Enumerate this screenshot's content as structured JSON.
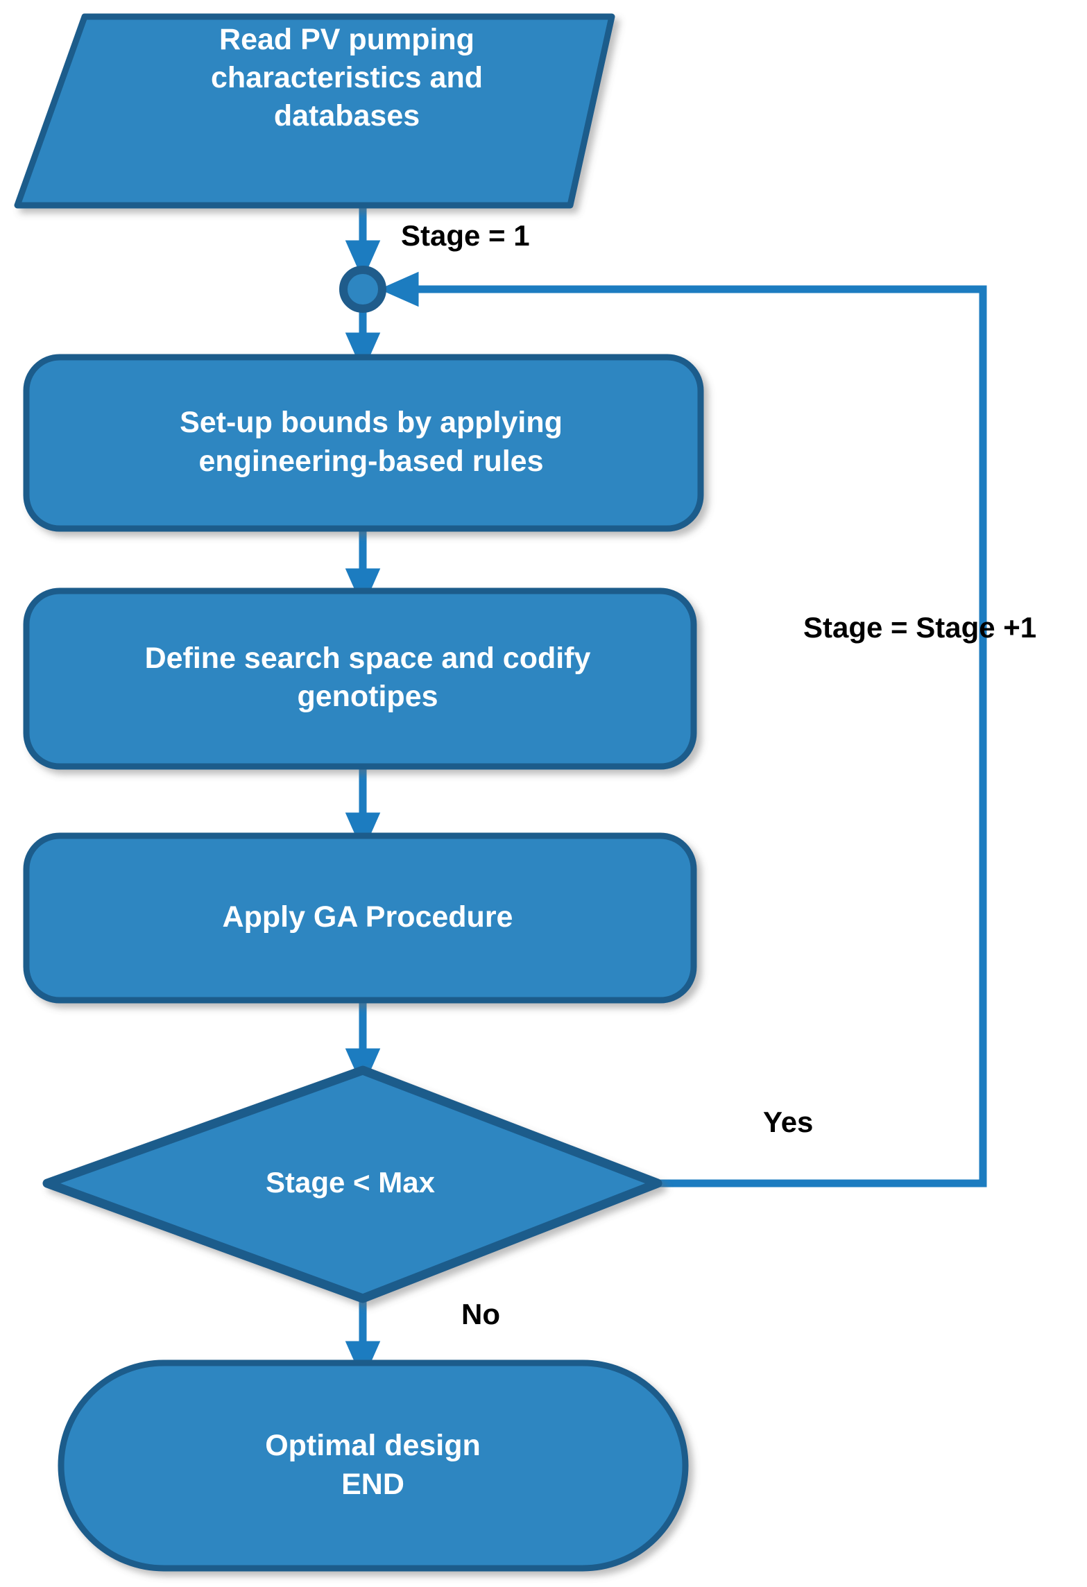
{
  "diagram": {
    "title": "PV pumping optimal design flowchart",
    "background_color": "#ffffff",
    "shape_fill_color": "#2E86C1",
    "shape_border_color": "#1F5C8B",
    "arrow_color": "#1C7CC0",
    "label_text_color": "#ffffff",
    "edge_label_color": "#000000"
  },
  "nodes": [
    {
      "id": "read-inputs",
      "shape": "parallelogram",
      "role": "input",
      "text": "Read PV pumping\ncharacteristics and\ndatabases"
    },
    {
      "id": "merge-connector",
      "shape": "circle",
      "role": "connector",
      "text": ""
    },
    {
      "id": "set-up-bounds",
      "shape": "rounded-rectangle",
      "role": "process",
      "text": "Set-up bounds by applying\nengineering-based rules"
    },
    {
      "id": "define-search-space",
      "shape": "rounded-rectangle",
      "role": "process",
      "text": "Define search space and codify\ngenotipes"
    },
    {
      "id": "apply-ga",
      "shape": "rounded-rectangle",
      "role": "process",
      "text": "Apply GA Procedure"
    },
    {
      "id": "stage-check",
      "shape": "diamond",
      "role": "decision",
      "text": "Stage < Max"
    },
    {
      "id": "optimal-design-end",
      "shape": "stadium",
      "role": "terminator",
      "text": "Optimal design\nEND"
    }
  ],
  "edges": [
    {
      "id": "e-read-to-connector",
      "from": "read-inputs",
      "to": "merge-connector",
      "label": "Stage = 1"
    },
    {
      "id": "e-connector-to-setup",
      "from": "merge-connector",
      "to": "set-up-bounds",
      "label": ""
    },
    {
      "id": "e-setup-to-define",
      "from": "set-up-bounds",
      "to": "define-search-space",
      "label": ""
    },
    {
      "id": "e-define-to-ga",
      "from": "define-search-space",
      "to": "apply-ga",
      "label": ""
    },
    {
      "id": "e-ga-to-decision",
      "from": "apply-ga",
      "to": "stage-check",
      "label": ""
    },
    {
      "id": "e-decision-yes-loop",
      "from": "stage-check",
      "to": "merge-connector",
      "label": "Yes"
    },
    {
      "id": "e-decision-no-end",
      "from": "stage-check",
      "to": "optimal-design-end",
      "label": "No"
    }
  ],
  "edge_labels": {
    "stage_init": "Stage = 1",
    "stage_increment": "Stage = Stage +1",
    "yes": "Yes",
    "no": "No"
  },
  "node_text": {
    "read_inputs": "Read PV pumping\ncharacteristics and\ndatabases",
    "set_up_bounds": "Set-up bounds by applying\nengineering-based rules",
    "define_search_space": "Define search space and codify\ngenotipes",
    "apply_ga": "Apply GA Procedure",
    "stage_check": "Stage < Max",
    "optimal_design_end": "Optimal design\nEND"
  }
}
